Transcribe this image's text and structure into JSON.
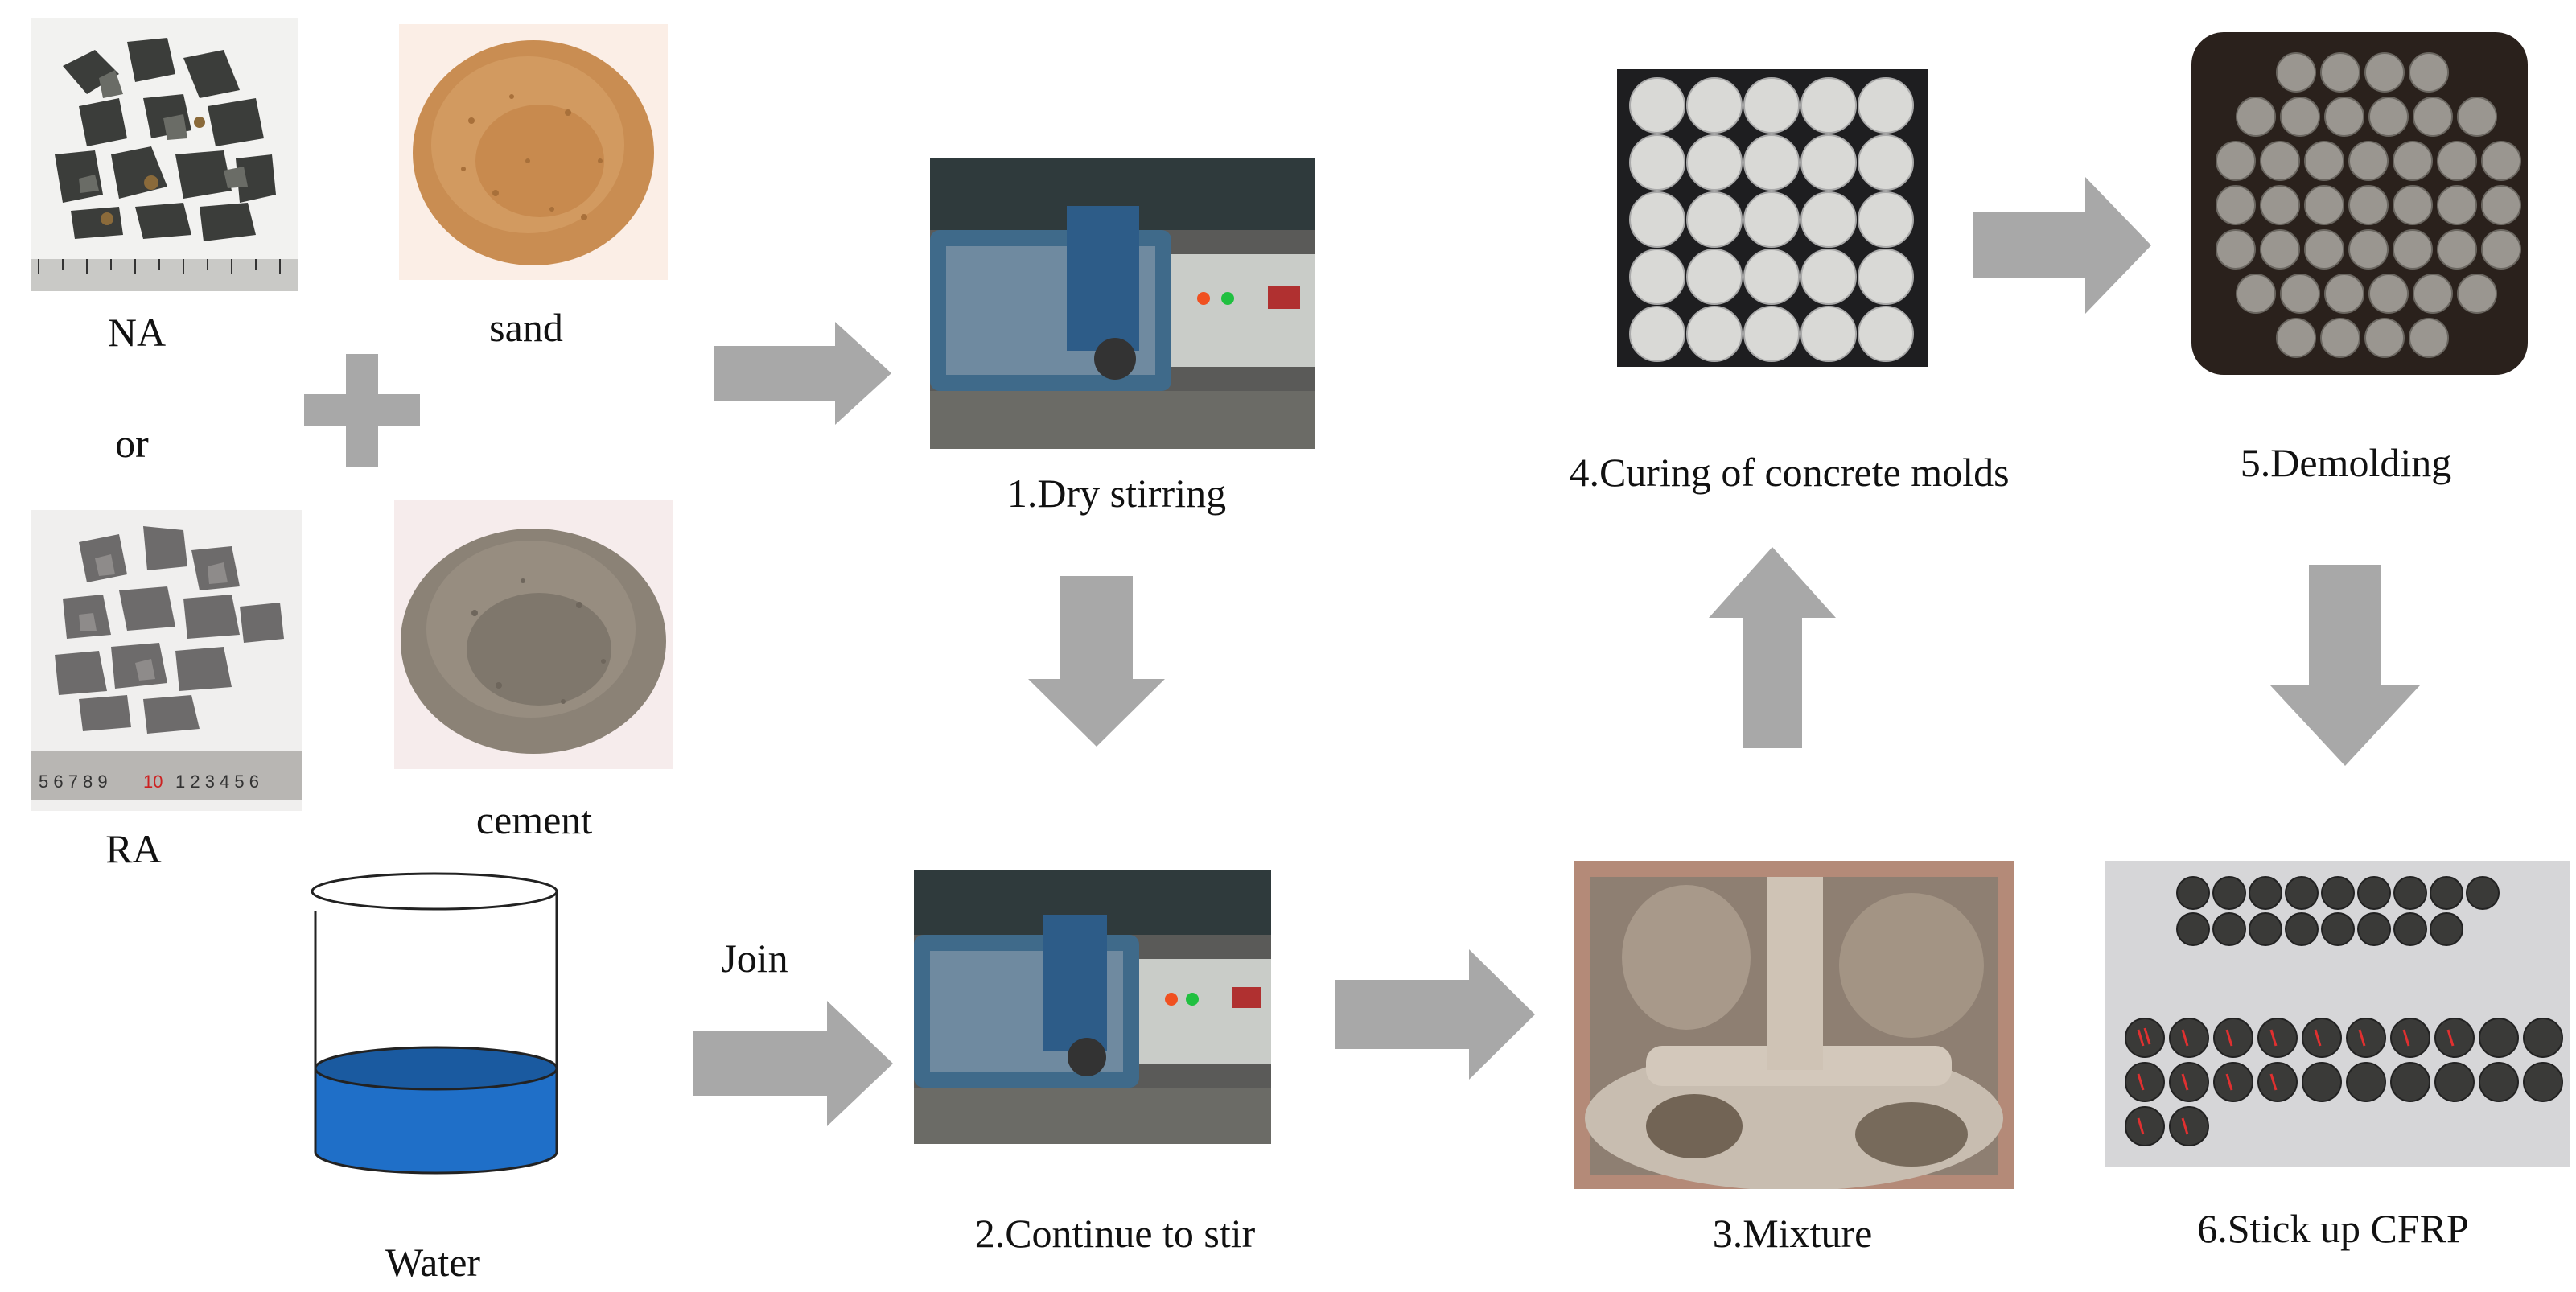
{
  "colors": {
    "arrow": "#a8a8a8",
    "water": "#1f6fc8",
    "water_dark": "#1a5aa0",
    "rfid_mark": "#e03030"
  },
  "labels": {
    "na": "NA",
    "or": "or",
    "ra": "RA",
    "sand": "sand",
    "cement": "cement",
    "water": "Water",
    "join": "Join",
    "step1": "1.Dry stirring",
    "step2": "2.Continue to stir",
    "step3": "3.Mixture",
    "step4": "4.Curing of concrete molds",
    "step5": "5.Demolding",
    "step6": "6.Stick up CFRP"
  },
  "icons": {
    "plus": "plus-icon",
    "beaker": "beaker-icon",
    "arrows": [
      "arrow-right-icon",
      "arrow-down-icon",
      "arrow-right-icon",
      "arrow-right-icon",
      "arrow-up-icon",
      "arrow-right-icon",
      "arrow-down-icon"
    ]
  }
}
